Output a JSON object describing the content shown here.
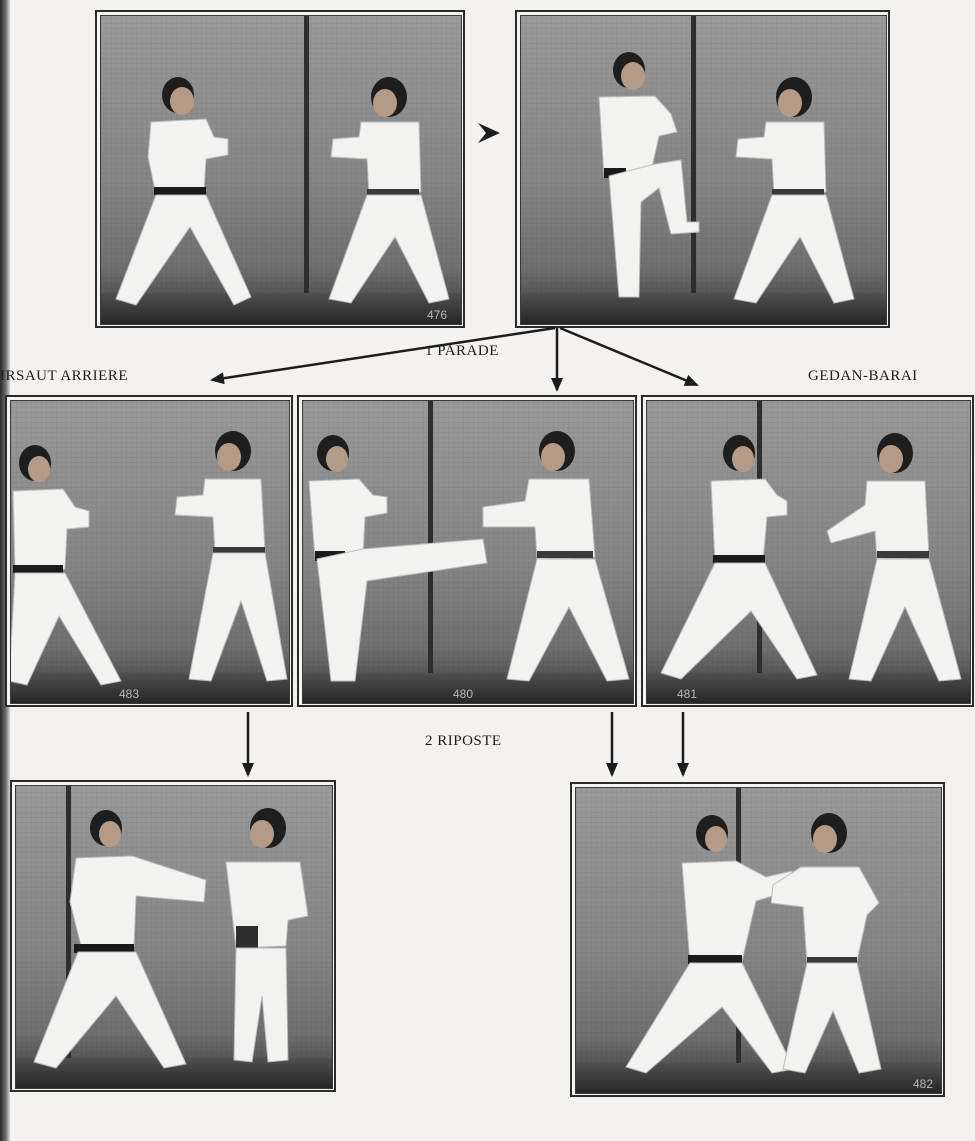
{
  "captions": {
    "parade": "1 PARADE",
    "sursaut_arriere": "IRSAUT ARRIERE",
    "gedan_barai": "GEDAN-BARAI",
    "riposte": "2 RIPOSTE"
  },
  "photos": {
    "top_left": {
      "number": "476"
    },
    "top_right": {
      "number": ""
    },
    "mid_left": {
      "number": "483"
    },
    "mid_center": {
      "number": "480"
    },
    "mid_right": {
      "number": "481"
    },
    "bottom_left": {
      "number": ""
    },
    "bottom_right": {
      "number": "482"
    }
  },
  "colors": {
    "gi": "#f2f2f0",
    "belt": "#1a1a1a",
    "hair": "#1e1e1e",
    "skin": "#b59a86",
    "ink": "#1c1c1c"
  }
}
